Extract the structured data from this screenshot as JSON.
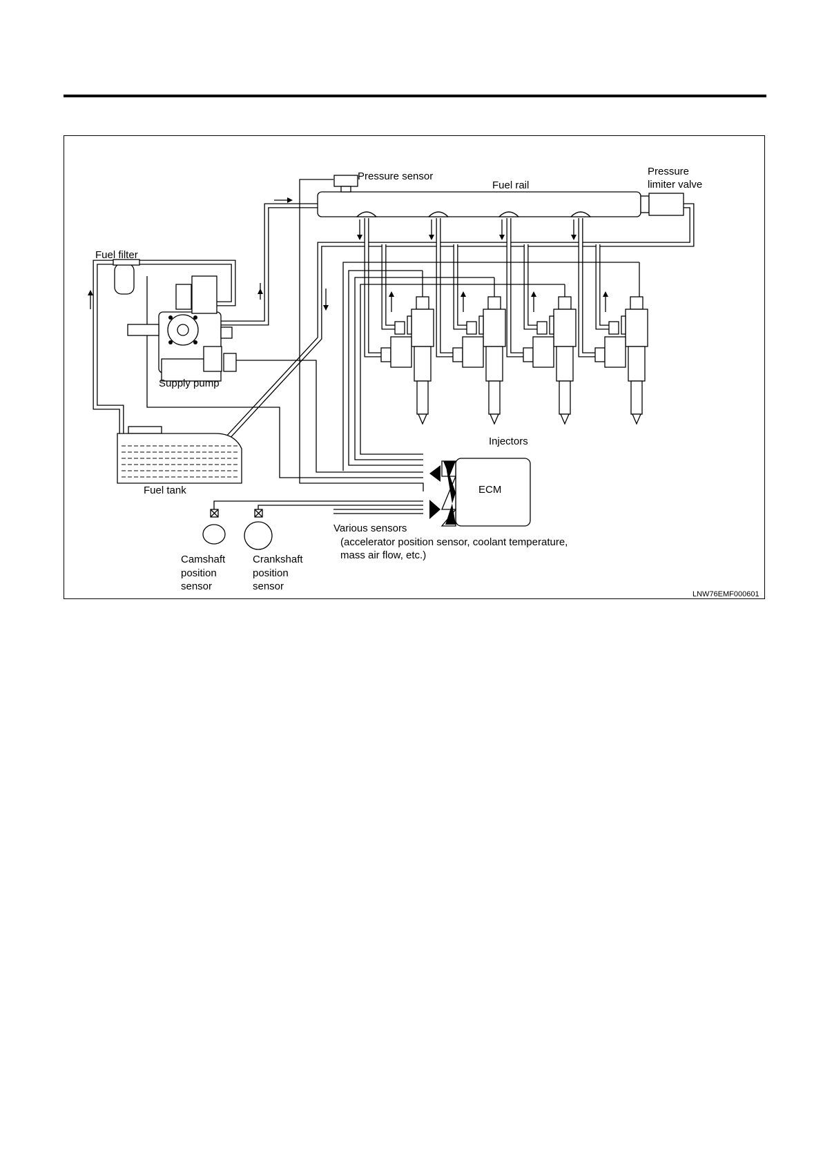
{
  "diagram": {
    "labels": {
      "pressure_sensor": "Pressure sensor",
      "fuel_rail": "Fuel rail",
      "pressure_limiter_line1": "Pressure",
      "pressure_limiter_line2": "limiter valve",
      "fuel_filter": "Fuel filter",
      "supply_pump": "Supply pump",
      "injectors": "Injectors",
      "fuel_tank": "Fuel tank",
      "ecm": "ECM",
      "various_sensors_line1": "Various sensors",
      "various_sensors_line2": "(accelerator position sensor, coolant temperature,",
      "various_sensors_line3": "mass air flow, etc.)",
      "camshaft_line1": "Camshaft",
      "camshaft_line2": "position",
      "camshaft_line3": "sensor",
      "crankshaft_line1": "Crankshaft",
      "crankshaft_line2": "position",
      "crankshaft_line3": "sensor"
    },
    "figure_code": "LNW76EMF000601",
    "injector_count": 4
  }
}
